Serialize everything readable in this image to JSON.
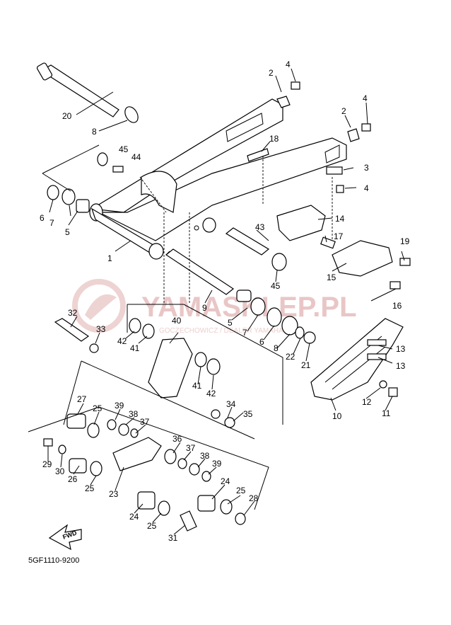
{
  "diagram_code": "5GF1110-9200",
  "watermark": {
    "brand": "YAMASKLEP.PL",
    "subline": "GOCZECHOWICZ / DEALER YAMAHA"
  },
  "fwd_badge": "FWD",
  "callouts": [
    {
      "id": "c1",
      "label": "1"
    },
    {
      "id": "c2a",
      "label": "2"
    },
    {
      "id": "c2b",
      "label": "2"
    },
    {
      "id": "c3",
      "label": "3"
    },
    {
      "id": "c4a",
      "label": "4"
    },
    {
      "id": "c4b",
      "label": "4"
    },
    {
      "id": "c4c",
      "label": "4"
    },
    {
      "id": "c5a",
      "label": "5"
    },
    {
      "id": "c5b",
      "label": "5"
    },
    {
      "id": "c6a",
      "label": "6"
    },
    {
      "id": "c6b",
      "label": "6"
    },
    {
      "id": "c7a",
      "label": "7"
    },
    {
      "id": "c7b",
      "label": "7"
    },
    {
      "id": "c8a",
      "label": "8"
    },
    {
      "id": "c8b",
      "label": "8"
    },
    {
      "id": "c9",
      "label": "9"
    },
    {
      "id": "c10",
      "label": "10"
    },
    {
      "id": "c11",
      "label": "11"
    },
    {
      "id": "c12",
      "label": "12"
    },
    {
      "id": "c13a",
      "label": "13"
    },
    {
      "id": "c13b",
      "label": "13"
    },
    {
      "id": "c14",
      "label": "14"
    },
    {
      "id": "c15",
      "label": "15"
    },
    {
      "id": "c16",
      "label": "16"
    },
    {
      "id": "c17",
      "label": "17"
    },
    {
      "id": "c18",
      "label": "18"
    },
    {
      "id": "c19",
      "label": "19"
    },
    {
      "id": "c20",
      "label": "20"
    },
    {
      "id": "c21",
      "label": "21"
    },
    {
      "id": "c22",
      "label": "22"
    },
    {
      "id": "c23",
      "label": "23"
    },
    {
      "id": "c24a",
      "label": "24"
    },
    {
      "id": "c24b",
      "label": "24"
    },
    {
      "id": "c25a",
      "label": "25"
    },
    {
      "id": "c25b",
      "label": "25"
    },
    {
      "id": "c25c",
      "label": "25"
    },
    {
      "id": "c25d",
      "label": "25"
    },
    {
      "id": "c26",
      "label": "26"
    },
    {
      "id": "c27",
      "label": "27"
    },
    {
      "id": "c28",
      "label": "28"
    },
    {
      "id": "c29",
      "label": "29"
    },
    {
      "id": "c30",
      "label": "30"
    },
    {
      "id": "c31",
      "label": "31"
    },
    {
      "id": "c32",
      "label": "32"
    },
    {
      "id": "c33",
      "label": "33"
    },
    {
      "id": "c34",
      "label": "34"
    },
    {
      "id": "c35",
      "label": "35"
    },
    {
      "id": "c36",
      "label": "36"
    },
    {
      "id": "c37a",
      "label": "37"
    },
    {
      "id": "c37b",
      "label": "37"
    },
    {
      "id": "c38a",
      "label": "38"
    },
    {
      "id": "c38b",
      "label": "38"
    },
    {
      "id": "c39a",
      "label": "39"
    },
    {
      "id": "c39b",
      "label": "39"
    },
    {
      "id": "c40",
      "label": "40"
    },
    {
      "id": "c41a",
      "label": "41"
    },
    {
      "id": "c41b",
      "label": "41"
    },
    {
      "id": "c42a",
      "label": "42"
    },
    {
      "id": "c42b",
      "label": "42"
    },
    {
      "id": "c43",
      "label": "43"
    },
    {
      "id": "c44",
      "label": "44"
    },
    {
      "id": "c45a",
      "label": "45"
    },
    {
      "id": "c45b",
      "label": "45"
    }
  ]
}
